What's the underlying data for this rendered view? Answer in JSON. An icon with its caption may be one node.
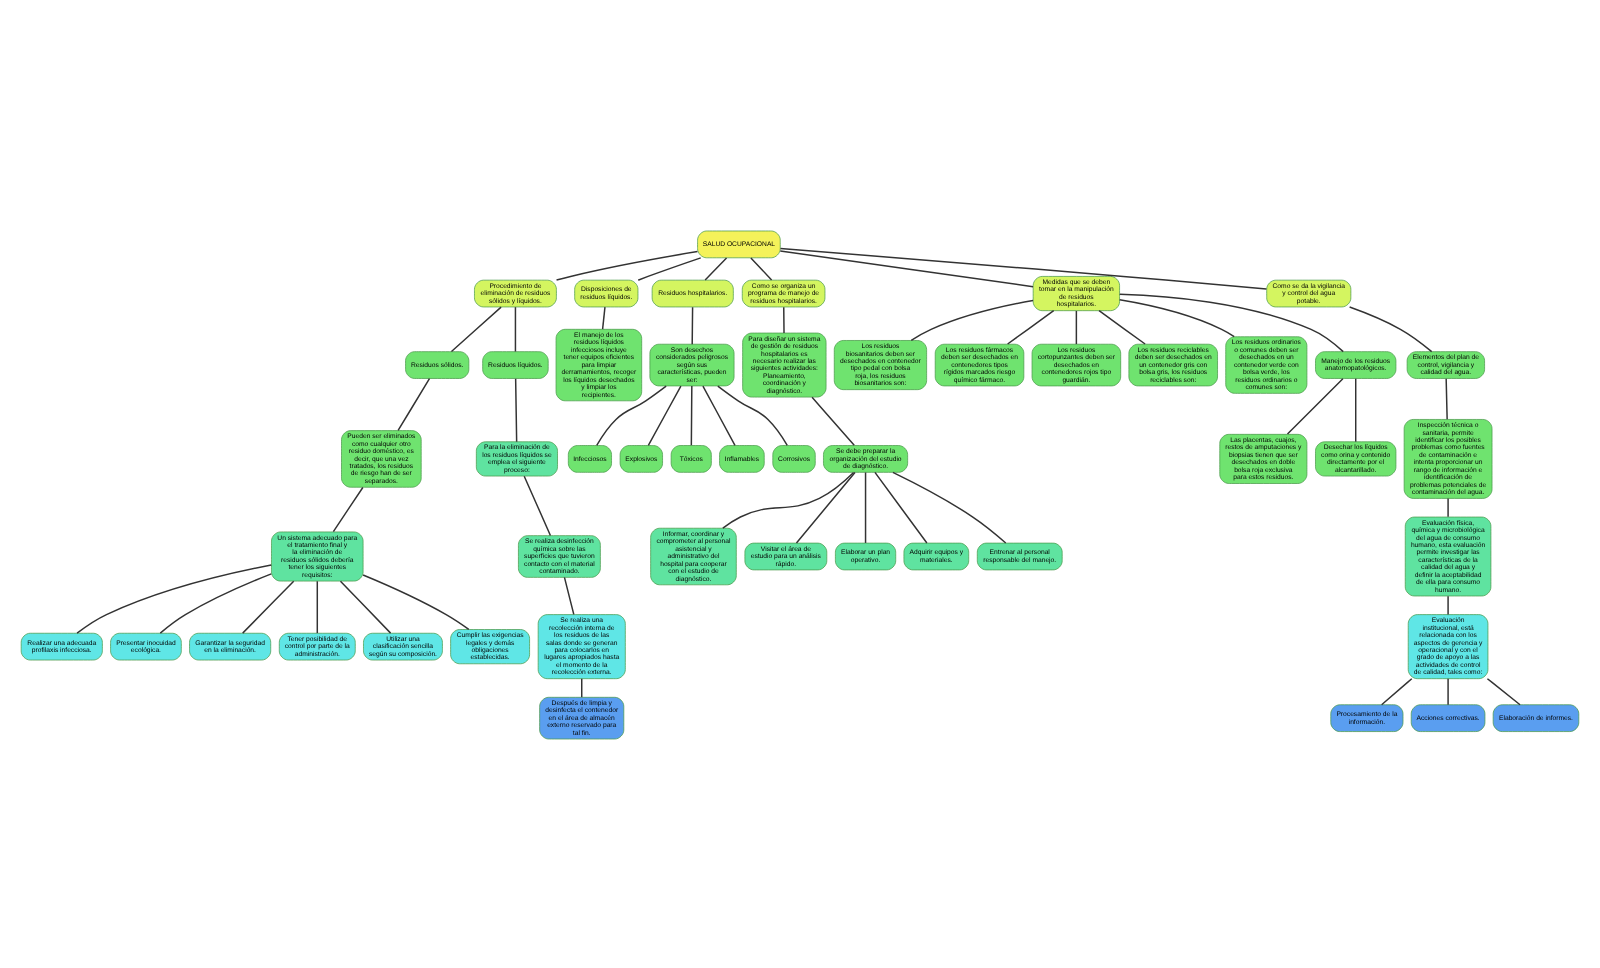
{
  "diagram": {
    "nodes": [
      {
        "text": [
          "SALUD OCUPACIONAL"
        ]
      },
      {
        "text": [
          "Procedimiento de eliminación de residuos sólidos y líquidos."
        ]
      },
      {
        "text": [
          "Residuos sólidos."
        ]
      },
      {
        "text": [
          "Pueden ser eliminados como cualquier otro residuo doméstico, es decir, que una vez tratados, los residuos de riesgo han de ser separados."
        ]
      },
      {
        "text": [
          "Un sistema adecuado para el tratamiento final y la eliminación de residuos sólidos debería tener los siguientes requisitos:"
        ]
      },
      {
        "text": [
          "Realizar una adecuada profilaxis infecciosa."
        ]
      },
      {
        "text": [
          "Presentar inocuidad ecológica."
        ]
      },
      {
        "text": [
          "Garantizar la seguridad en la eliminación."
        ]
      },
      {
        "text": [
          "Tener posibilidad de control por parte de la administración."
        ]
      },
      {
        "text": [
          "Utilizar una clasificación sencilla según su composición."
        ]
      },
      {
        "text": [
          "Cumplir las exigencias legales y demás obligaciones establecidas."
        ]
      },
      {
        "text": [
          "Residuos líquidos."
        ]
      },
      {
        "text": [
          "Para la eliminación de los residuos líquidos se emplea el siguiente proceso:"
        ]
      },
      {
        "text": [
          "Se realiza desinfección química sobre las superficies que tuvieron contacto con el material contaminado."
        ]
      },
      {
        "text": [
          "Se realiza una recolección interna de los residuos de las salas donde se generan para colocarlos en lugares apropiados hasta el momento de la recolección externa."
        ]
      },
      {
        "text": [
          "Después de limpia y desinfecta el contenedor en el área de almacén externo reservado para tal fin."
        ]
      },
      {
        "text": [
          "Disposiciones de residuos líquidos."
        ]
      },
      {
        "text": [
          "El manejo de los residuos líquidos infecciosos incluye tener equipos eficientes para limpiar derramamientos, recoger los líquidos desechados y limpiar los recipientes."
        ]
      },
      {
        "text": [
          "Residuos hospitalarios."
        ]
      },
      {
        "text": [
          "Son desechos considerados peligrosos según sus características, pueden ser:"
        ]
      },
      {
        "text": [
          "Infecciosos"
        ]
      },
      {
        "text": [
          "Explosivos"
        ]
      },
      {
        "text": [
          "Tóxicos"
        ]
      },
      {
        "text": [
          "Inflamables"
        ]
      },
      {
        "text": [
          "Corrosivos"
        ]
      },
      {
        "text": [
          "Como se organiza un programa de manejo de residuos hospitalarios."
        ]
      },
      {
        "text": [
          "Para diseñar un sistema de gestión de residuos hospitalarios es necesario realizar las siguientes actividades: Planeamiento, coordinación y diagnóstico."
        ]
      },
      {
        "text": [
          "Se debe preparar la organización del estudio de diagnóstico."
        ]
      },
      {
        "text": [
          "Informar, coordinar y comprometer al personal asistencial y administrativo del hospital para cooperar con el estudio de diagnóstico."
        ]
      },
      {
        "text": [
          "Visitar el área de estudio para un análisis rápido."
        ]
      },
      {
        "text": [
          "Elaborar un plan operativo."
        ]
      },
      {
        "text": [
          "Adquirir equipos y materiales."
        ]
      },
      {
        "text": [
          "Entrenar al personal responsable del manejo."
        ]
      },
      {
        "text": [
          "Medidas que se deben tomar en la manipulación de residuos hospitalarios."
        ]
      },
      {
        "text": [
          "Los residuos biosanitarios deben ser desechados en contenedor tipo pedal con bolsa roja, los residuos biosanitarios son:"
        ]
      },
      {
        "text": [
          "Los residuos fármacos deben ser desechados en contenedores tipos rígidos marcados riesgo químico fármaco."
        ]
      },
      {
        "text": [
          "Los residuos cortopunzantes deben ser desechados en contenedores rojos tipo guardián."
        ]
      },
      {
        "text": [
          "Los residuos reciclables deben ser desechados en un contenedor gris con bolsa gris, los residuos reciclables son:"
        ]
      },
      {
        "text": [
          "Los residuos ordinarios o comunes deben ser desechados en un contenedor verde con bolsa verde, los residuos ordinarios o comunes son:"
        ]
      },
      {
        "text": [
          "Manejo de los residuos anatomopatológicos."
        ]
      },
      {
        "text": [
          "Las placentas, cuajos, restos de amputaciones y biopsias tienen que ser desechados en doble bolsa roja exclusiva para estos residuos."
        ]
      },
      {
        "text": [
          "Desechar los líquidos como orina y contenido directamente por el alcantarillado."
        ]
      },
      {
        "text": [
          "Como se da la vigilancia y control del agua potable."
        ]
      },
      {
        "text": [
          "Elementos del plan de control, vigilancia y calidad del agua."
        ]
      },
      {
        "text": [
          "Inspección técnica o sanitaria, permite identificar los posibles problemas como fuentes de contaminación e intenta proporcionar un rango de información e identificación de problemas potenciales de contaminación del agua."
        ]
      },
      {
        "text": [
          "Evaluación física, química y microbiológica del agua de consumo humano, esta evaluación permite investigar las características de la calidad del agua y definir la aceptabilidad de ella para consumo humano."
        ]
      },
      {
        "text": [
          "Evaluación institucional, está relacionada con los aspectos de gerencia y operacional y con el grado de apoyo a las actividades de control de calidad, tales como:"
        ]
      },
      {
        "text": [
          "Procesamiento de la información."
        ]
      },
      {
        "text": [
          "Acciones correctivas."
        ]
      },
      {
        "text": [
          "Elaboración de informes."
        ]
      }
    ],
    "edges": [
      {
        "from": 0,
        "to": 1,
        "arrow": "none"
      },
      {
        "from": 0,
        "to": 16,
        "arrow": "none"
      },
      {
        "from": 0,
        "to": 25,
        "arrow": "none"
      },
      {
        "from": 0,
        "to": 18,
        "arrow": "none"
      },
      {
        "from": 0,
        "to": 42,
        "arrow": "none"
      },
      {
        "from": 0,
        "to": 33,
        "arrow": "none"
      },
      {
        "from": 1,
        "to": 2,
        "arrow": "none"
      },
      {
        "from": 1,
        "to": 11,
        "arrow": "none"
      },
      {
        "from": 2,
        "to": 3,
        "arrow": "none"
      },
      {
        "from": 3,
        "to": 4,
        "arrow": "none"
      },
      {
        "from": 4,
        "to": 5,
        "arrow": "none"
      },
      {
        "from": 4,
        "to": 6,
        "arrow": "none"
      },
      {
        "from": 4,
        "to": 7,
        "arrow": "none"
      },
      {
        "from": 4,
        "to": 8,
        "arrow": "none"
      },
      {
        "from": 4,
        "to": 9,
        "arrow": "none"
      },
      {
        "from": 4,
        "to": 10,
        "arrow": "none"
      },
      {
        "from": 11,
        "to": 12,
        "arrow": "none"
      },
      {
        "from": 12,
        "to": 13,
        "arrow": "none"
      },
      {
        "from": 13,
        "to": 14,
        "arrow": "none"
      },
      {
        "from": 14,
        "to": 15,
        "arrow": "none"
      },
      {
        "from": 16,
        "to": 17,
        "arrow": "none"
      },
      {
        "from": 18,
        "to": 19,
        "arrow": "none"
      },
      {
        "from": 19,
        "to": 20,
        "arrow": "none"
      },
      {
        "from": 19,
        "to": 21,
        "arrow": "none"
      },
      {
        "from": 19,
        "to": 22,
        "arrow": "none"
      },
      {
        "from": 19,
        "to": 23,
        "arrow": "none"
      },
      {
        "from": 19,
        "to": 24,
        "arrow": "none"
      },
      {
        "from": 25,
        "to": 26,
        "arrow": "none"
      },
      {
        "from": 26,
        "to": 27,
        "arrow": "none"
      },
      {
        "from": 27,
        "to": 28,
        "arrow": "none"
      },
      {
        "from": 27,
        "to": 29,
        "arrow": "none"
      },
      {
        "from": 27,
        "to": 30,
        "arrow": "none"
      },
      {
        "from": 27,
        "to": 31,
        "arrow": "none"
      },
      {
        "from": 27,
        "to": 32,
        "arrow": "none"
      },
      {
        "from": 33,
        "to": 34,
        "arrow": "none"
      },
      {
        "from": 33,
        "to": 35,
        "arrow": "none"
      },
      {
        "from": 33,
        "to": 36,
        "arrow": "none"
      },
      {
        "from": 33,
        "to": 37,
        "arrow": "none"
      },
      {
        "from": 33,
        "to": 38,
        "arrow": "none"
      },
      {
        "from": 33,
        "to": 39,
        "arrow": "none"
      },
      {
        "from": 39,
        "to": 40,
        "arrow": "none"
      },
      {
        "from": 39,
        "to": 41,
        "arrow": "none"
      },
      {
        "from": 42,
        "to": 43,
        "arrow": "none"
      },
      {
        "from": 43,
        "to": 44,
        "arrow": "none"
      },
      {
        "from": 44,
        "to": 45,
        "arrow": "none"
      },
      {
        "from": 45,
        "to": 46,
        "arrow": "none"
      },
      {
        "from": 46,
        "to": 47,
        "arrow": "none"
      },
      {
        "from": 46,
        "to": 48,
        "arrow": "none"
      },
      {
        "from": 46,
        "to": 49,
        "arrow": "none"
      }
    ]
  }
}
